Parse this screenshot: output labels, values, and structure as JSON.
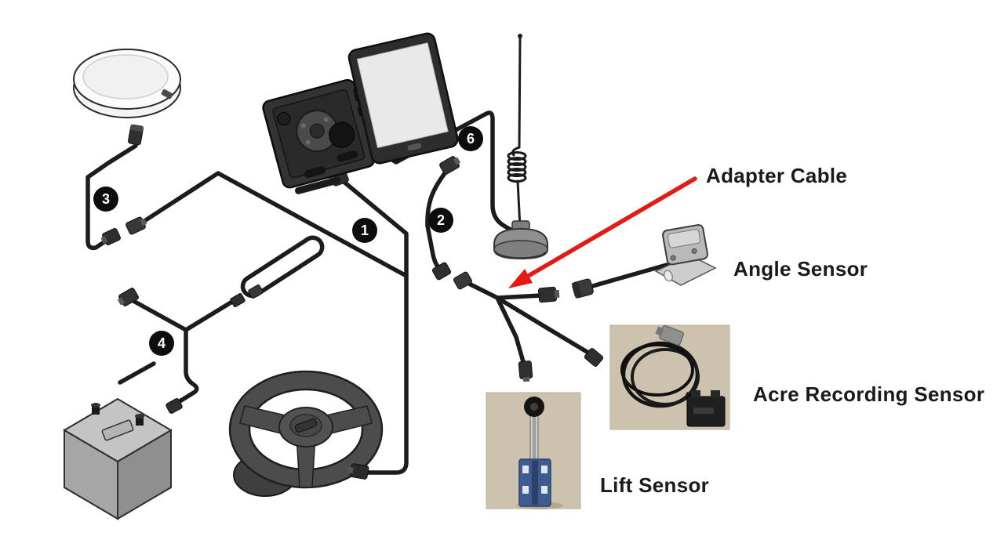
{
  "labels": {
    "adapter_cable": "Adapter Cable",
    "angle_sensor": "Angle Sensor",
    "acre_recording_sensor": "Acre Recording Sensor",
    "lift_sensor": "Lift Sensor"
  },
  "callouts": {
    "c1": "1",
    "c2": "2",
    "c3": "3",
    "c4": "4",
    "c6": "6"
  },
  "colors": {
    "background": "#ffffff",
    "cable_black": "#1c1c1c",
    "arrow_red": "#e31b14",
    "badge_bg": "#0d0d0d",
    "badge_text": "#ffffff",
    "photo_background": "#cdc2ad",
    "lift_sensor_blue": "#3e5c92",
    "label_text": "#1a1a1a"
  },
  "components": [
    "gps-antenna-dome",
    "display-console-back",
    "tablet-display",
    "whip-antenna",
    "gps-cable-3",
    "display-cable-1",
    "extension-cable-2",
    "power-cable-4",
    "antenna-cable-6",
    "adapter-cable-harness",
    "angle-sensor",
    "acre-recording-sensor-photo",
    "lift-sensor-photo",
    "battery",
    "steering-wheel-motor",
    "red-pointer-arrow"
  ]
}
